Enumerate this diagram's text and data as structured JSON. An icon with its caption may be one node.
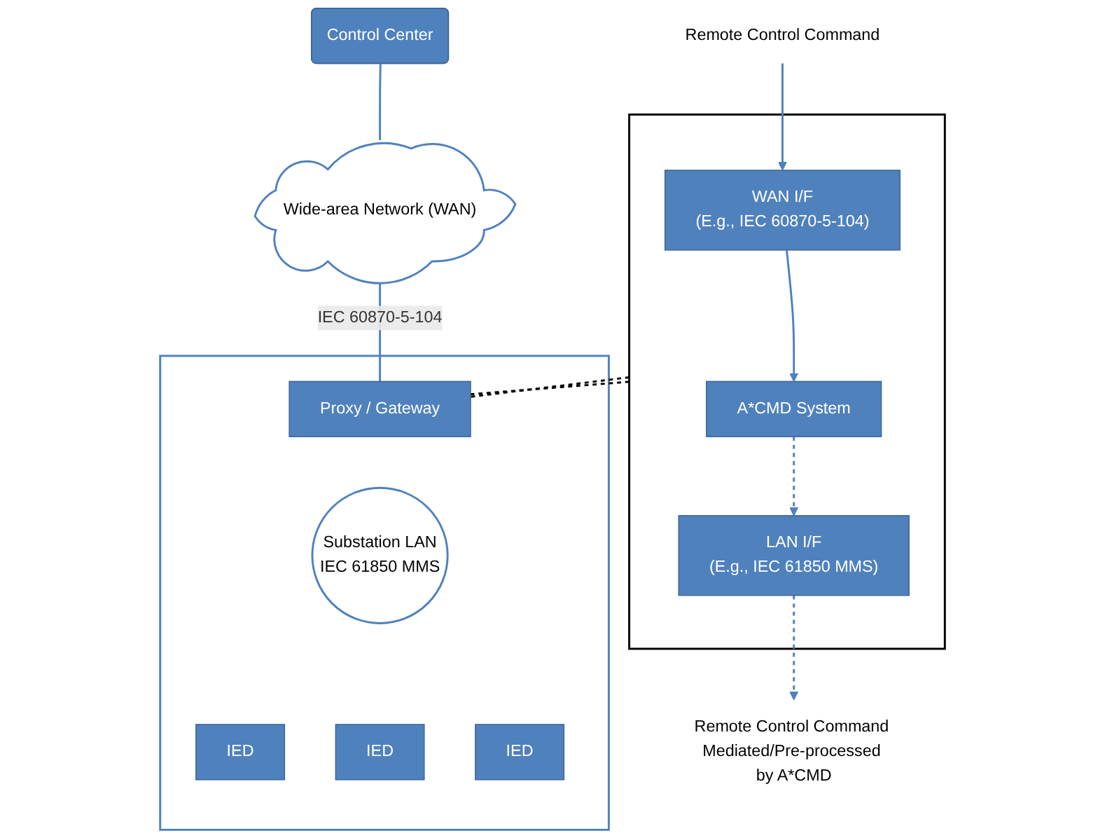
{
  "diagram": {
    "nodes": [
      {
        "text": [
          "Remote Control Command"
        ]
      },
      {
        "text": [],
        "shape": "box"
      },
      {
        "text": [
          "WAN I/F",
          "(E.g., IEC 60870-5-104)"
        ],
        "in": 1
      },
      {
        "text": [
          "A*CMD System"
        ],
        "in": 1
      },
      {
        "text": [
          "LAN I/F",
          "(E.g., IEC 61850 MMS)"
        ],
        "in": 1
      },
      {
        "text": [
          "Remote Control Command Mediated/Pre-processed by A*CMD"
        ]
      },
      {
        "text": [
          "Control Center"
        ]
      },
      {
        "text": [
          "Wide-area Network (WAN)"
        ]
      },
      {
        "text": [],
        "shape": "box"
      },
      {
        "text": [
          "Proxy / Gateway"
        ],
        "in": 8
      },
      {
        "text": [
          "Substation LAN",
          "IEC 61850 MMS"
        ],
        "in": 8
      },
      {
        "text": [
          "IED"
        ],
        "in": 8
      },
      {
        "text": [
          "IED"
        ],
        "in": 8
      },
      {
        "text": [
          "IED"
        ],
        "in": 8
      }
    ],
    "edges": [
      {
        "from": 0,
        "to": 2,
        "arrow": "to"
      },
      {
        "from": 2,
        "to": 3,
        "arrow": "to"
      },
      {
        "from": 3,
        "to": 4,
        "arrow": "to",
        "style": "dashed"
      },
      {
        "from": 4,
        "to": 5,
        "arrow": "to",
        "style": "dashed"
      },
      {
        "from": 6,
        "to": 7,
        "arrow": "none"
      },
      {
        "from": 7,
        "to": 9,
        "arrow": "none",
        "label": "IEC 60870-5-104"
      },
      {
        "from": 1,
        "to": 9,
        "arrow": "none",
        "style": "dashed",
        "color": "#000000"
      },
      {
        "from": 1,
        "to": 9,
        "arrow": "none",
        "style": "dashed",
        "color": "#000000"
      }
    ]
  }
}
